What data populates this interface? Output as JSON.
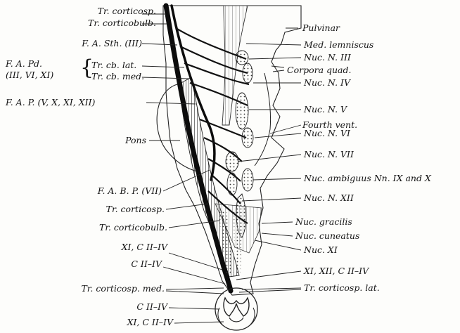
{
  "labels_left": {
    "tr_corticosp_top": "Tr. corticosp.",
    "tr_corticobulb_top": "Tr. corticobulb.",
    "fa_sth": "F. A. Sth. (III)",
    "fa_pd_line1": "F. A. Pd.",
    "fa_pd_line2": "(III, VI, XI)",
    "tr_cb_lat": "Tr. cb. lat.",
    "tr_cb_med": "Tr. cb. med.",
    "fa_p": "F. A. P. (V, X, XI, XII)",
    "pons": "Pons",
    "fa_bp": "F. A. B. P. (VII)",
    "tr_corticosp_mid": "Tr. corticosp.",
    "tr_corticobulb_mid": "Tr. corticobulb.",
    "xi_c2_4_upper": "XI, C II–IV",
    "c2_4_upper": "C II–IV",
    "tr_corticosp_med": "Tr. corticosp. med.",
    "c2_4_lower": "C II–IV",
    "xi_c2_4_lower": "XI, C II–IV"
  },
  "labels_right": {
    "pulvinar": "Pulvinar",
    "med_lemniscus": "Med. lemniscus",
    "nuc_n_iii": "Nuc. N. III",
    "corpora_quad": "Corpora quad.",
    "nuc_n_iv": "Nuc. N. IV",
    "nuc_n_v": "Nuc. N. V",
    "fourth_vent": "Fourth vent.",
    "nuc_n_vi": "Nuc. N. VI",
    "nuc_n_vii": "Nuc. N. VII",
    "nuc_ambiguus": "Nuc. ambiguus Nn. IX and X",
    "nuc_n_xii": "Nuc. N. XII",
    "nuc_gracilis": "Nuc. gracilis",
    "nuc_cuneatus": "Nuc. cuneatus",
    "nuc_xi": "Nuc. XI",
    "xi_xii_c2_4": "XI, XII, C II–IV",
    "tr_corticosp_lat": "Tr. corticosp. lat."
  }
}
